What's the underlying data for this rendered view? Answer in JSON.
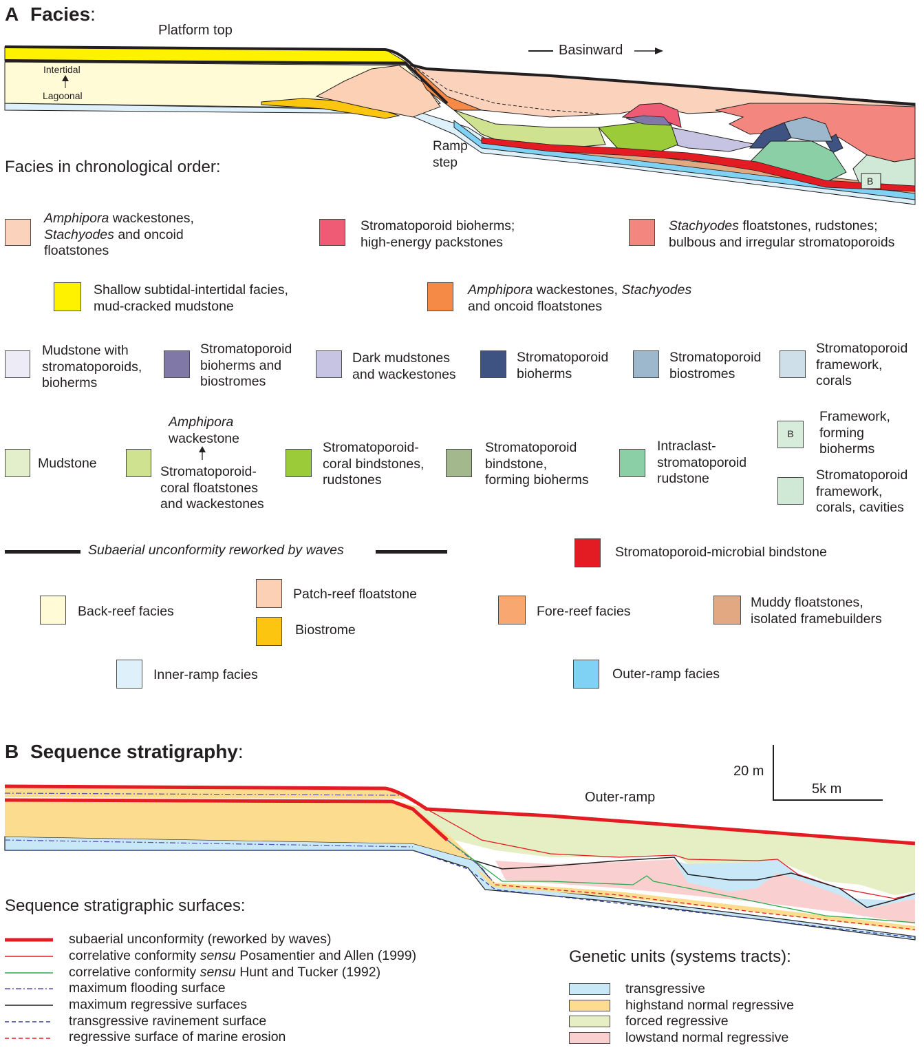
{
  "panelA": {
    "letter": "A",
    "title": "Facies",
    "title_suffix": ":",
    "platform_top": "Platform top",
    "basinward": "Basinward",
    "intertidal": "Intertidal",
    "lagoonal": "Lagoonal",
    "ramp_step_1": "Ramp",
    "ramp_step_2": "step",
    "framework_marker": "B",
    "chrono_title": "Facies in chronological order:"
  },
  "legendA": {
    "amphipora1": {
      "l1_i": "Amphipora",
      "l1": " wackestones,",
      "l2_i": "Stachyodes",
      "l2": " and oncoid",
      "l3": "floatstones",
      "color": "#fbd3bd"
    },
    "strom_bioherms_he": {
      "l1": "Stromatoporoid bioherms;",
      "l2": "high-energy packstones",
      "color": "#ef5a75"
    },
    "stachyodes": {
      "l1_i": "Stachyodes",
      "l1": " floatstones, rudstones;",
      "l2": "bulbous and irregular stromatoporoids",
      "color": "#f3877f"
    },
    "shallow": {
      "l1": "Shallow subtidal-intertidal facies,",
      "l2": "mud-cracked mudstone",
      "color": "#fff200"
    },
    "amphipora2": {
      "l1_i": "Amphipora",
      "l1": " wackestones, ",
      "l1b_i": "Stachyodes",
      "l2": "and oncoid floatstones",
      "color": "#f58a47"
    },
    "mud_strom": {
      "l1": "Mudstone with",
      "l2": "stromatoporoids,",
      "l3": "bioherms",
      "color": "#ecebf6"
    },
    "strom_bio_bios": {
      "l1": "Stromatoporoid",
      "l2": "bioherms and",
      "l3": "biostromes",
      "color": "#8079a8"
    },
    "dark_mud": {
      "l1": "Dark mudstones",
      "l2": "and wackestones",
      "color": "#c7c3e2"
    },
    "strom_bioherms": {
      "l1": "Stromatoporoid",
      "l2": "bioherms",
      "color": "#3f5383"
    },
    "strom_biostromes": {
      "l1": "Stromatoporoid",
      "l2": "biostromes",
      "color": "#9db8cc"
    },
    "strom_framework_corals": {
      "l1": "Stromatoporoid",
      "l2": "framework,",
      "l3": "corals",
      "color": "#cfdfea"
    },
    "mudstone": {
      "l1": "Mudstone",
      "color": "#e3efcb"
    },
    "amph_wack": {
      "top_i": "Amphipora",
      "top2": "wackestone",
      "l1": "Stromatoporoid-",
      "l2": "coral floatstones",
      "l3": "and wackestones",
      "color": "#cfe290"
    },
    "strom_coral_bind": {
      "l1": "Stromatoporoid-",
      "l2": "coral bindstones,",
      "l3": "rudstones",
      "color": "#9ccb3a"
    },
    "strom_bind": {
      "l1": "Stromatoporoid",
      "l2": "bindstone,",
      "l3": "forming bioherms",
      "color": "#a3b88c"
    },
    "intraclast": {
      "l1": "Intraclast-",
      "l2": "stromatoporoid",
      "l3": "rudstone",
      "color": "#8bcfa6"
    },
    "framework_b": {
      "marker": "B",
      "l1": "Framework,",
      "l2": "forming",
      "l3": "bioherms",
      "color": "#d8ecdc"
    },
    "framework_cav": {
      "l1": "Stromatoporoid",
      "l2": "framework,",
      "l3": "corals, cavities",
      "color": "#cfe9d6"
    },
    "unconformity": {
      "label": "Subaerial unconformity reworked by waves"
    },
    "microbial": {
      "l1": "Stromatoporoid-microbial bindstone",
      "color": "#e31b23"
    },
    "backreef": {
      "l1": "Back-reef facies",
      "color": "#fffbd6"
    },
    "patchreef": {
      "l1": "Patch-reef floatstone",
      "color": "#fcd0b4"
    },
    "biostrome": {
      "l1": "Biostrome",
      "color": "#fcc610"
    },
    "forereef": {
      "l1": "Fore-reef facies",
      "color": "#f9a770"
    },
    "muddyfloat": {
      "l1": "Muddy floatstones,",
      "l2": "isolated framebuilders",
      "color": "#e2a882"
    },
    "innerramp": {
      "l1": "Inner-ramp facies",
      "color": "#def1fa"
    },
    "outerramp": {
      "l1": "Outer-ramp facies",
      "color": "#7fd2f3"
    }
  },
  "panelB": {
    "letter": "B",
    "title": "Sequence stratigraphy",
    "title_suffix": ":",
    "scale_v": "20 m",
    "scale_h": "5k m",
    "outer_ramp": "Outer-ramp",
    "surfaces_title": "Sequence stratigraphic surfaces:",
    "units_title": "Genetic units (systems tracts):"
  },
  "surfaces": [
    {
      "text": "subaerial unconformity (reworked by waves)",
      "color": "#e31b23"
    },
    {
      "pre": "correlative conformity ",
      "it": "sensu",
      "post": " Posamentier and Allen (1999)",
      "color": "#e31b23"
    },
    {
      "pre": "correlative conformity ",
      "it": "sensu",
      "post": " Hunt and Tucker (1992)",
      "color": "#2aa84a"
    },
    {
      "text": "maximum flooding surface",
      "color": "#5a55b5"
    },
    {
      "text": "maximum regressive surfaces",
      "color": "#231f20"
    },
    {
      "text": "transgressive ravinement surface",
      "color": "#2b3a9b"
    },
    {
      "text": "regressive surface of marine erosion",
      "color": "#e31b23"
    }
  ],
  "units": [
    {
      "text": "transgressive",
      "color": "#c8e8f7"
    },
    {
      "text": "highstand normal regressive",
      "color": "#fcdc8f"
    },
    {
      "text": "forced regressive",
      "color": "#e6eec3"
    },
    {
      "text": "lowstand normal regressive",
      "color": "#f9d0cf"
    }
  ]
}
